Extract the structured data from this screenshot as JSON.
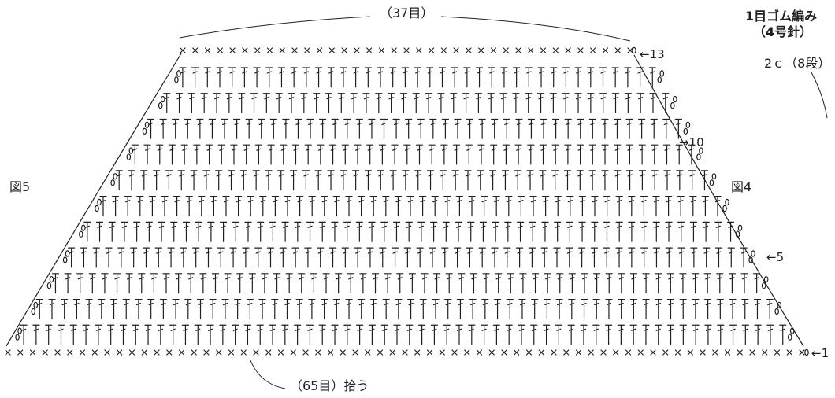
{
  "top_count": "（37目）",
  "bottom_count": "（65目）拾う",
  "row_markers": {
    "row13": "←13",
    "row10": "→10",
    "row5": "←5",
    "row1": "←1"
  },
  "figure_left": "図5",
  "figure_right": "図4",
  "ribbing": {
    "title": "1目ゴム編み",
    "needle": "（4号針）",
    "length": "2ｃ（8段）"
  },
  "pattern": {
    "bottom_stitches": 65,
    "top_stitches": 37,
    "rows": 13,
    "single_crochet_rows": [
      1,
      13
    ],
    "double_crochet_rows": 11
  },
  "colors": {
    "ink": "#231f20",
    "background": "#ffffff"
  }
}
